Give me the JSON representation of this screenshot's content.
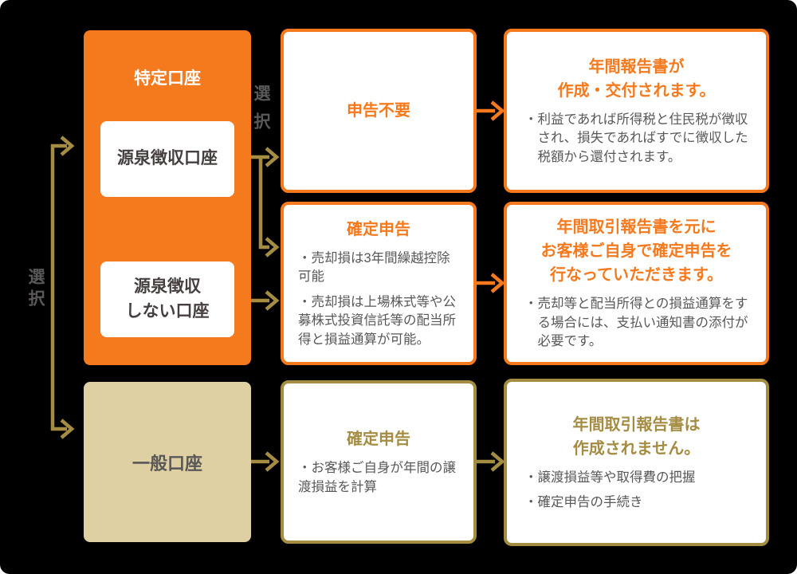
{
  "diagram": {
    "left_select_label": "選択",
    "branch_select_label": "選択",
    "accounts": {
      "tokutei_title": "特定口座",
      "gensen_label": "源泉徴収口座",
      "gensen_shinai_line1": "源泉徴収",
      "gensen_shinai_line2": "しない口座",
      "ippan_label": "一般口座"
    },
    "middle": {
      "box1_title": "申告不要",
      "box2_title": "確定申告",
      "box2_bullet1": "・売却損は3年間繰越控除可能",
      "box2_bullet2": "・売却損は上場株式等や公募株式投資信託等の配当所得と損益通算が可能。",
      "box3_title": "確定申告",
      "box3_bullet1": "・お客様ご自身が年間の譲渡損益を計算"
    },
    "right": {
      "box1_title_line1": "年間報告書が",
      "box1_title_line2": "作成・交付されます。",
      "box1_bullet1": "・利益であれば所得税と住民税が徴収され、損失であればすでに徴収した税額から還付されます。",
      "box2_title_line1": "年間取引報告書を元に",
      "box2_title_line2": "お客様ご自身で確定申告を",
      "box2_title_line3": "行なっていただきます。",
      "box2_bullet1": "・売却等と配当所得との損益通算をする場合には、支払い通知書の添付が必要です。",
      "box3_title_line1": "年間取引報告書は",
      "box3_title_line2": "作成されません。",
      "box3_bullet1": "・譲渡損益等や取得費の把握",
      "box3_bullet2": "・確定申告の手続き"
    },
    "colors": {
      "orange": "#F5791D",
      "beige": "#DFD0A3",
      "olive": "#A48C42",
      "text_gray": "#595757",
      "text_dark": "#453F3F",
      "background": "#000000"
    }
  }
}
